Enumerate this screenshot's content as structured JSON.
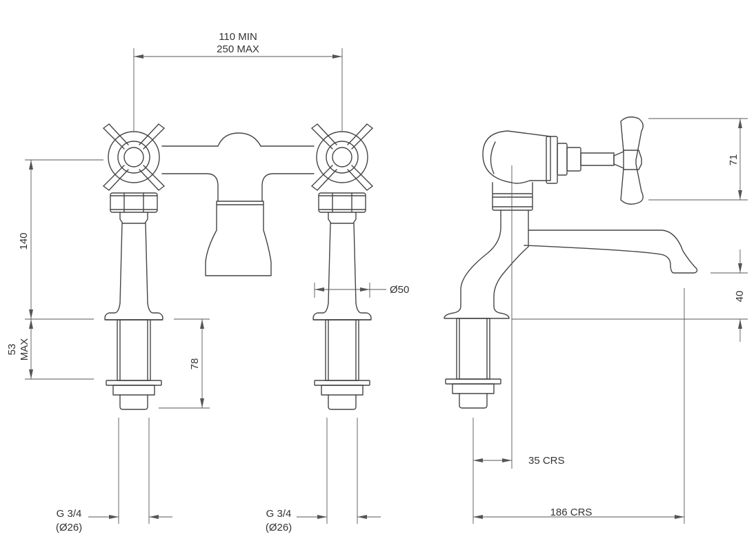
{
  "dimensions": {
    "spacing_min": "110 MIN",
    "spacing_max": "250 MAX",
    "height_140": "140",
    "max_53_value": "53",
    "max_53_suffix": "MAX",
    "shank_78": "78",
    "diameter_50": "Ø50",
    "handle_71": "71",
    "spout_40": "40",
    "offset_35": "35 CRS",
    "reach_186": "186 CRS"
  },
  "threads": {
    "left_size": "G 3/4",
    "left_diameter": "(Ø26)",
    "right_size": "G 3/4",
    "right_diameter": "(Ø26)"
  },
  "colors": {
    "line": "#444444",
    "dimension": "#555555",
    "background": "#ffffff"
  }
}
